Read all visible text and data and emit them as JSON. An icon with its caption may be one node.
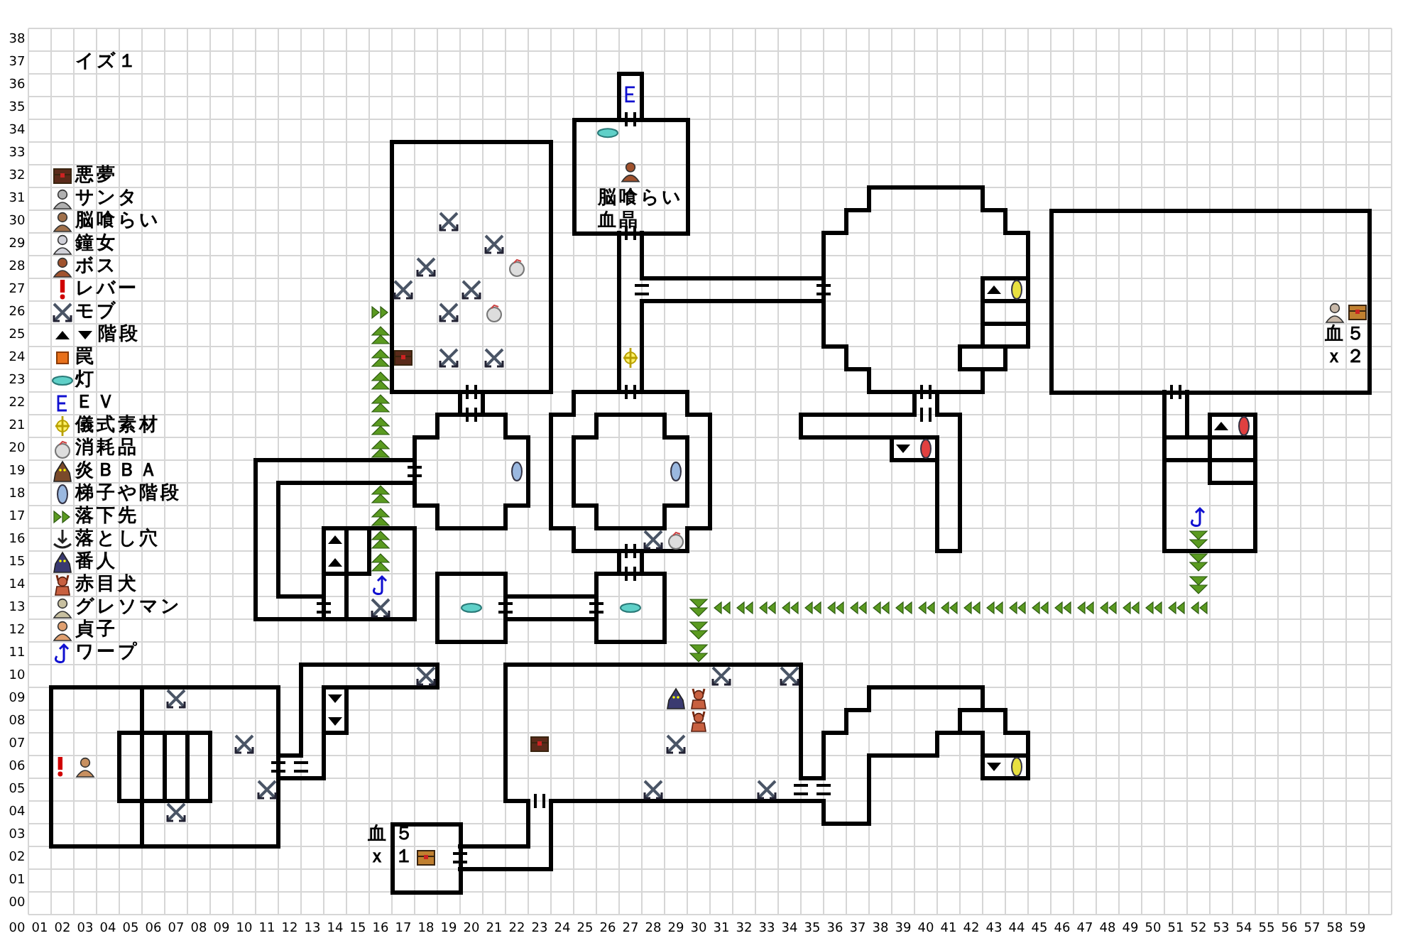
{
  "diagram": {
    "title": "イズ１",
    "nodes": [
      {
        "text": [
          "脳喰らい",
          "血晶"
        ]
      },
      {
        "text": [
          "血５",
          "ｘ２"
        ]
      },
      {
        "text": [
          "血５",
          "ｘ１"
        ]
      }
    ],
    "labels": [
      "38",
      "37",
      "36",
      "35",
      "34",
      "33",
      "32",
      "31",
      "30",
      "29",
      "28",
      "27",
      "26",
      "25",
      "24",
      "23",
      "22",
      "21",
      "20",
      "19",
      "18",
      "17",
      "16",
      "15",
      "14",
      "13",
      "12",
      "11",
      "10",
      "09",
      "08",
      "07",
      "06",
      "05",
      "04",
      "03",
      "02",
      "01",
      "00",
      "00",
      "01",
      "02",
      "03",
      "04",
      "05",
      "06",
      "07",
      "08",
      "09",
      "10",
      "11",
      "12",
      "13",
      "14",
      "15",
      "16",
      "17",
      "18",
      "19",
      "20",
      "21",
      "22",
      "23",
      "24",
      "25",
      "26",
      "27",
      "28",
      "29",
      "30",
      "31",
      "32",
      "33",
      "34",
      "35",
      "36",
      "37",
      "38",
      "39",
      "40",
      "41",
      "42",
      "43",
      "44",
      "45",
      "46",
      "47",
      "48",
      "49",
      "50",
      "51",
      "52",
      "53",
      "54",
      "55",
      "56",
      "57",
      "58",
      "59"
    ],
    "legend": [
      {
        "text": "悪夢"
      },
      {
        "text": "サンタ"
      },
      {
        "text": "脳喰らい"
      },
      {
        "text": "鐘女"
      },
      {
        "text": "ボス"
      },
      {
        "text": "レバー"
      },
      {
        "text": "モブ"
      },
      {
        "text": "階段"
      },
      {
        "text": "罠"
      },
      {
        "text": "灯"
      },
      {
        "text": "ＥＶ"
      },
      {
        "text": "儀式素材"
      },
      {
        "text": "消耗品"
      },
      {
        "text": "炎ＢＢＡ"
      },
      {
        "text": "梯子や階段"
      },
      {
        "text": "落下先"
      },
      {
        "text": "落とし穴"
      },
      {
        "text": "番人"
      },
      {
        "text": "赤目犬"
      },
      {
        "text": "グレソマン"
      },
      {
        "text": "貞子"
      },
      {
        "text": "ワープ"
      }
    ]
  }
}
